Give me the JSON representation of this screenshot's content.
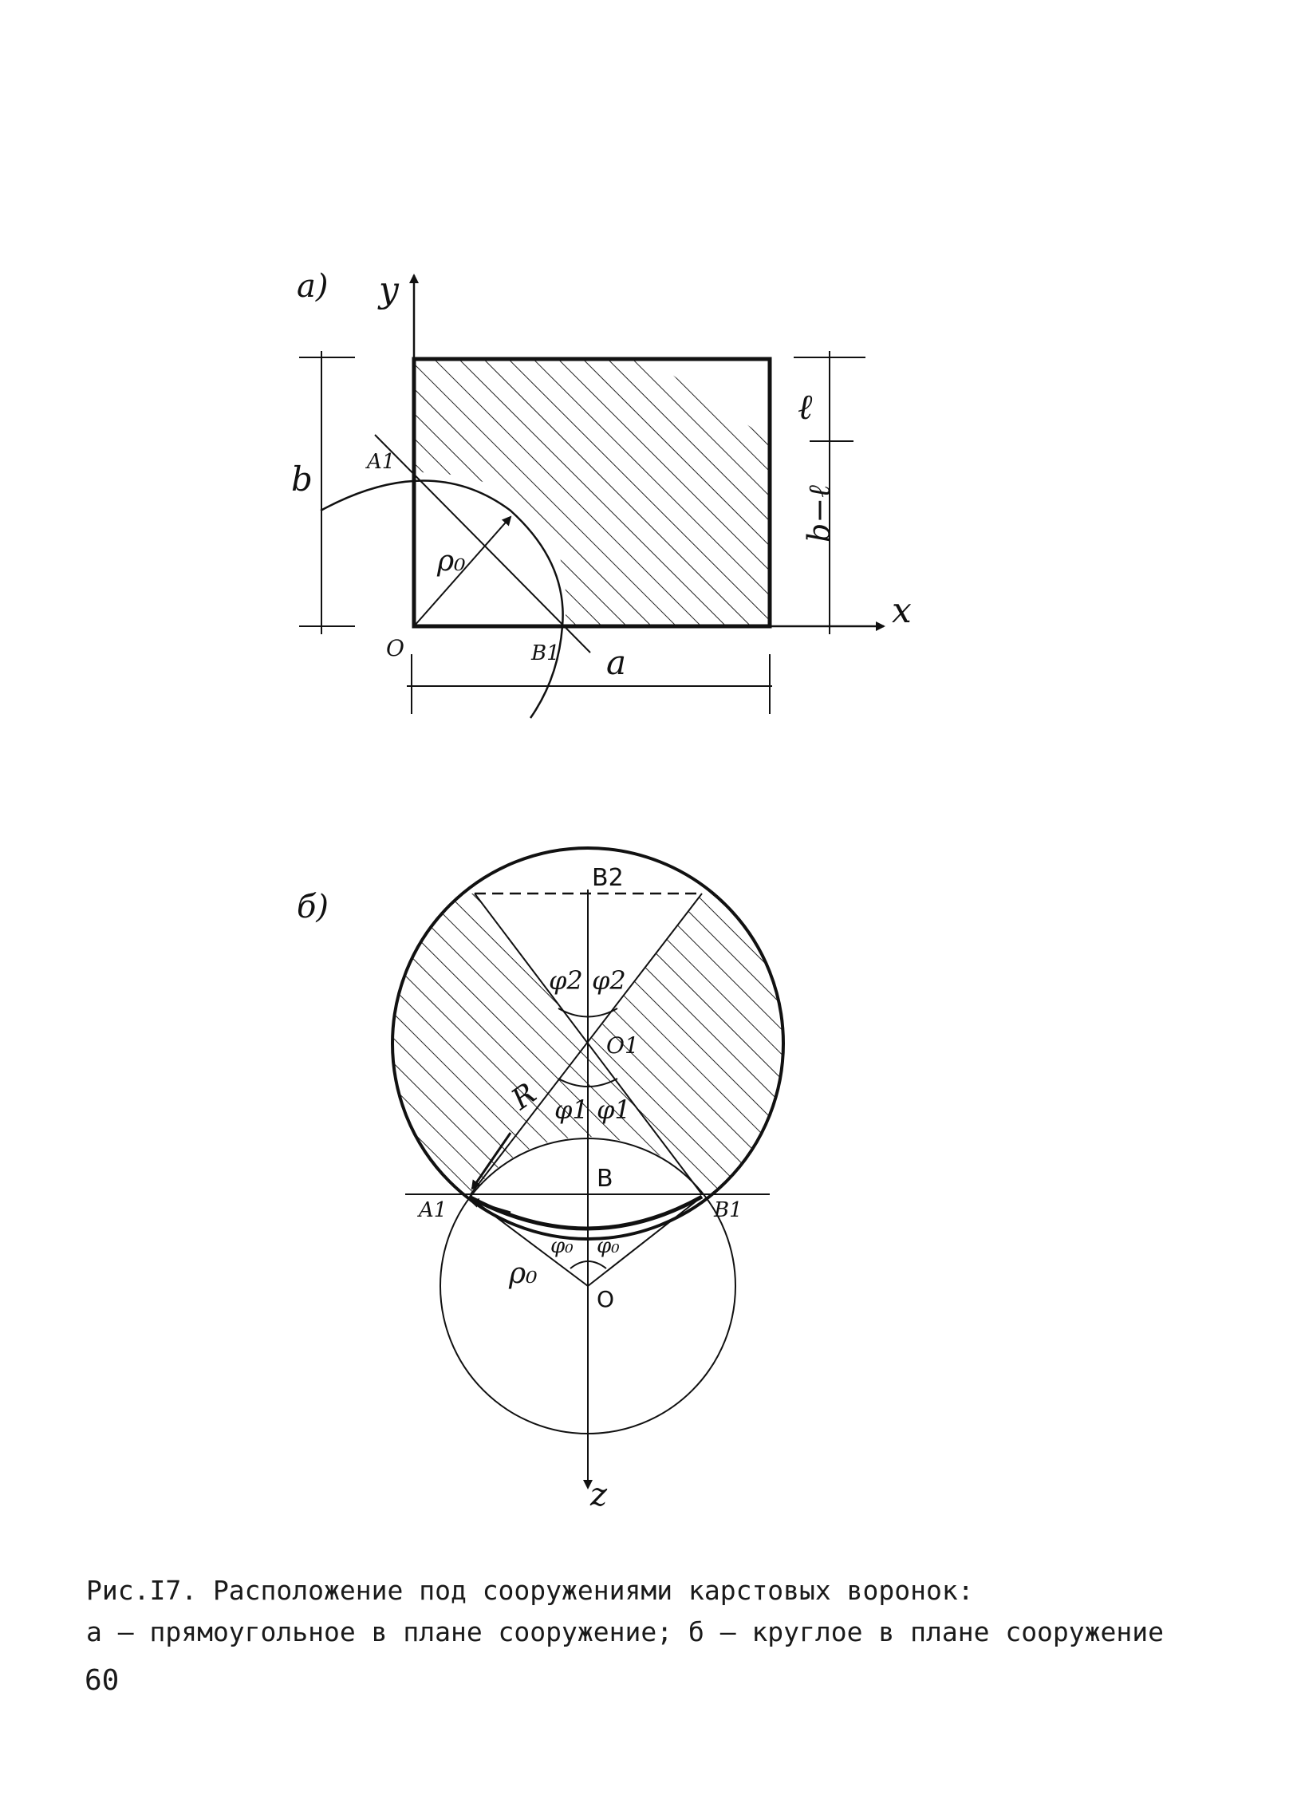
{
  "figure": {
    "panel_a": {
      "panel_label": "а)",
      "axis_y": "y",
      "axis_x": "x",
      "origin": "O",
      "point_a1": "A1",
      "point_b1": "B1",
      "radius": "ρ₀",
      "dim_width": "a",
      "dim_height": "b",
      "dim_l": "ℓ",
      "dim_b_minus_l": "b−ℓ"
    },
    "panel_b": {
      "panel_label": "б)",
      "point_b2": "B2",
      "point_b": "B",
      "point_a1": "A1",
      "point_b1": "B1",
      "center_o1": "O1",
      "center_o": "O",
      "radius_r": "R",
      "radius_rho": "ρ₀",
      "angle_phi2_left": "φ2",
      "angle_phi2_right": "φ2",
      "angle_phi1_left": "φ1",
      "angle_phi1_right": "φ1",
      "angle_phi0_left": "φ₀",
      "angle_phi0_right": "φ₀",
      "axis_z": "z"
    }
  },
  "caption": {
    "line1": "Рис.I7. Расположение под сооружениями карстовых воронок:",
    "line2": "а – прямоугольное в плане сооружение; б – круглое в плане сооружение"
  },
  "page_number": "60"
}
